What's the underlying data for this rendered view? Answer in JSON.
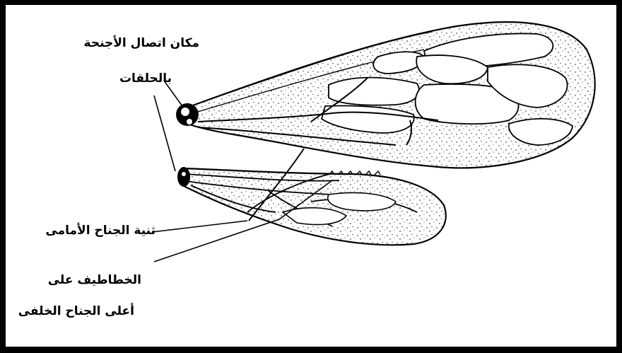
{
  "labels": {
    "attachment_line1": "مكان اتصال الأجنحة",
    "attachment_line2": "بالحلقات",
    "forewing_fold": "ثنية الجناح الأمامى",
    "hooks_line1": "الخطاطيف على",
    "hooks_line2": "أعلى الجناح الخلفى"
  },
  "colors": {
    "ink": "#000000",
    "background": "#ffffff",
    "frame": "#000000"
  }
}
